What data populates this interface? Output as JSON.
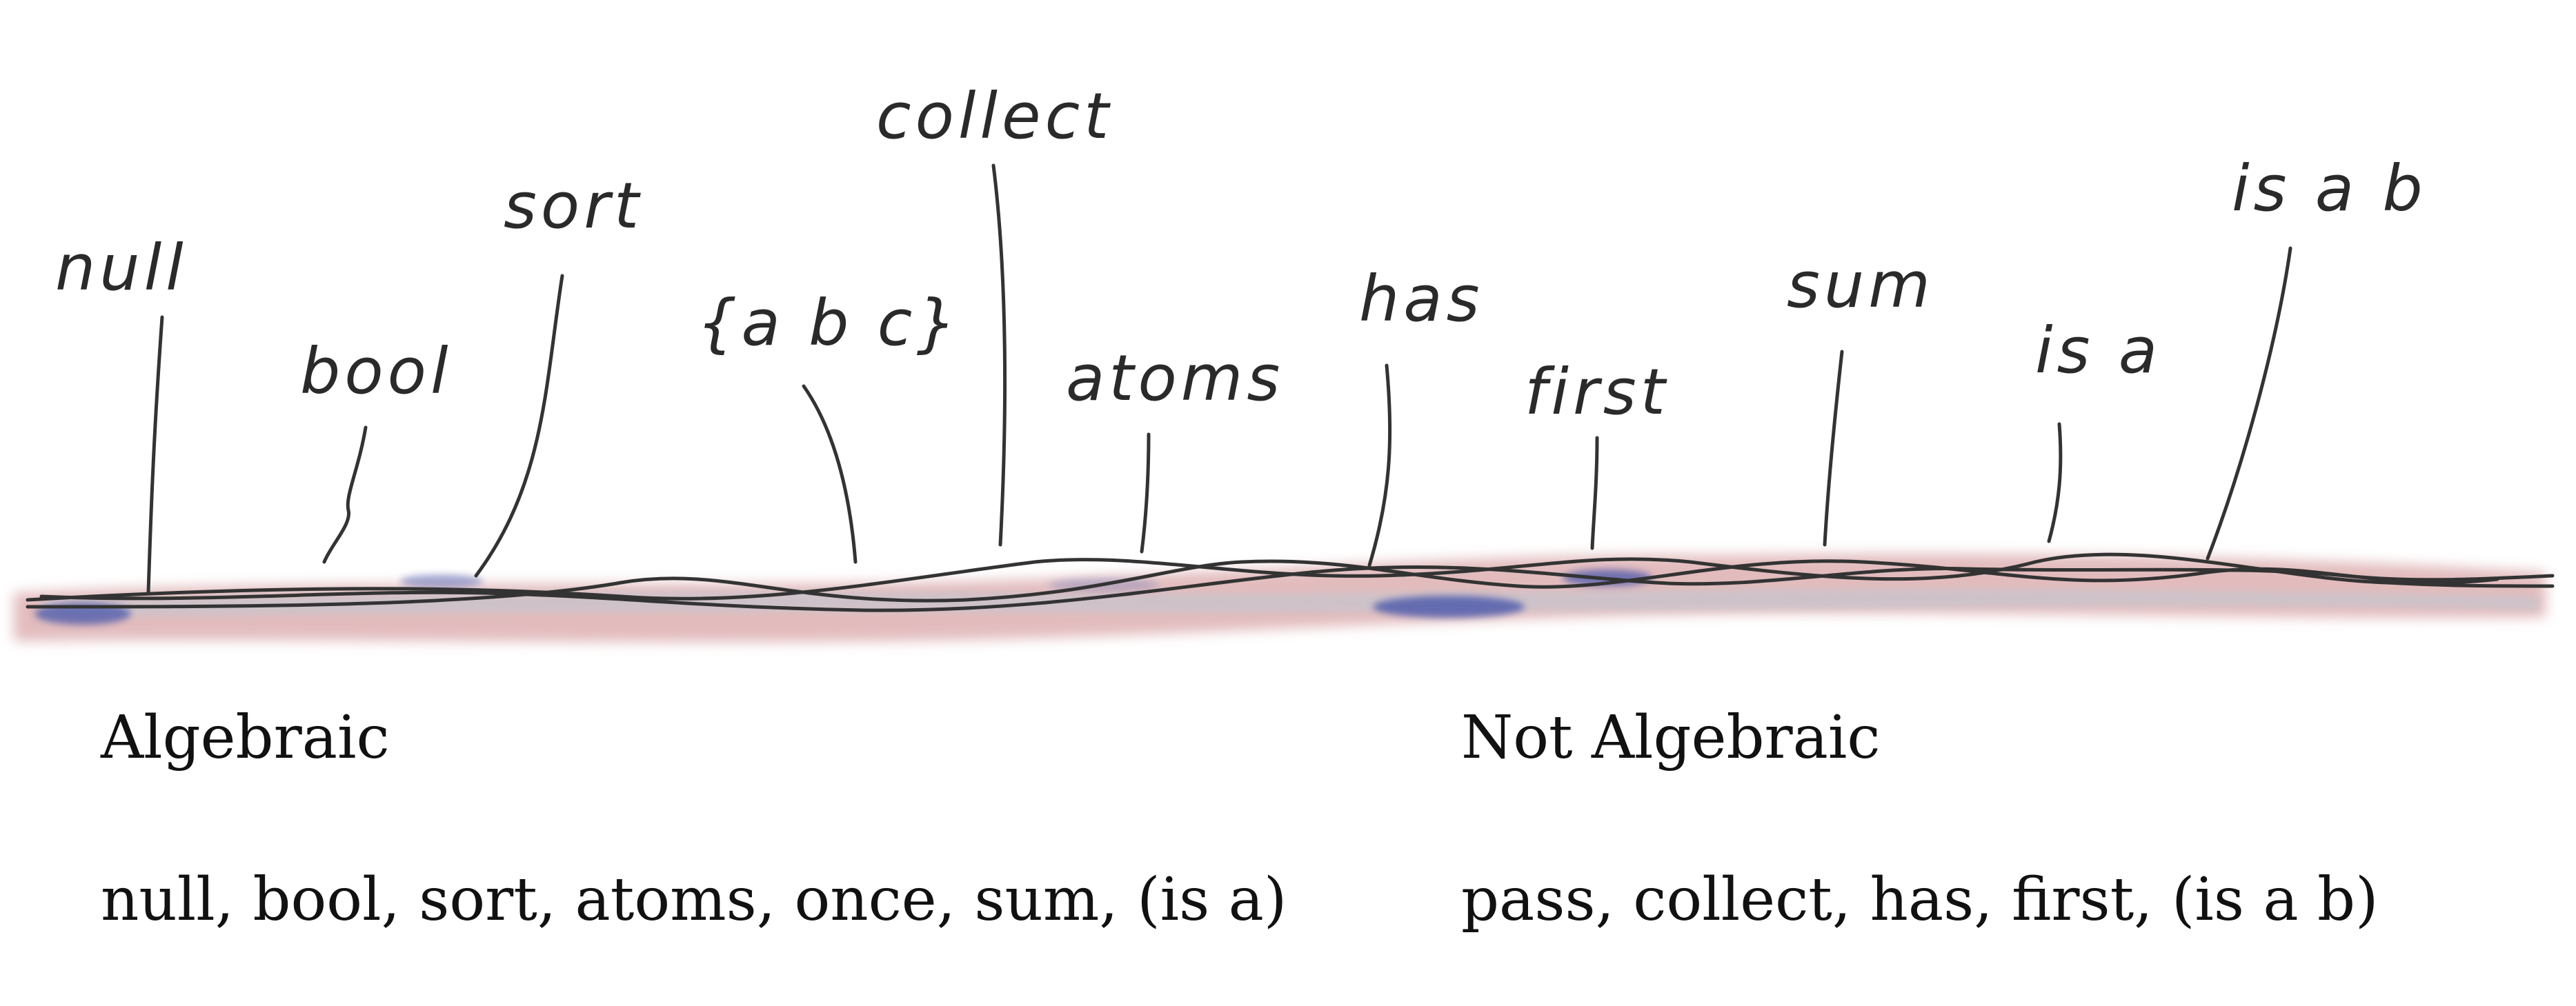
{
  "labels": {
    "null": "null",
    "bool": "bool",
    "sort": "sort",
    "set_abc": "{a b c}",
    "collect": "collect",
    "atoms": "atoms",
    "has": "has",
    "first": "first",
    "sum": "sum",
    "is_a": "is a",
    "is_a_b": "is a b"
  },
  "left_column": {
    "heading": "Algebraic",
    "list": "null, bool, sort, atoms, once, sum, (is a)"
  },
  "right_column": {
    "heading": "Not Algebraic",
    "list": "pass, collect, has, first, (is a b)"
  },
  "colors": {
    "wash_pink": "#d9a6a8",
    "wash_blue": "#3f4fa8",
    "wash_grey": "#c9c4cc",
    "ink": "#333333"
  }
}
